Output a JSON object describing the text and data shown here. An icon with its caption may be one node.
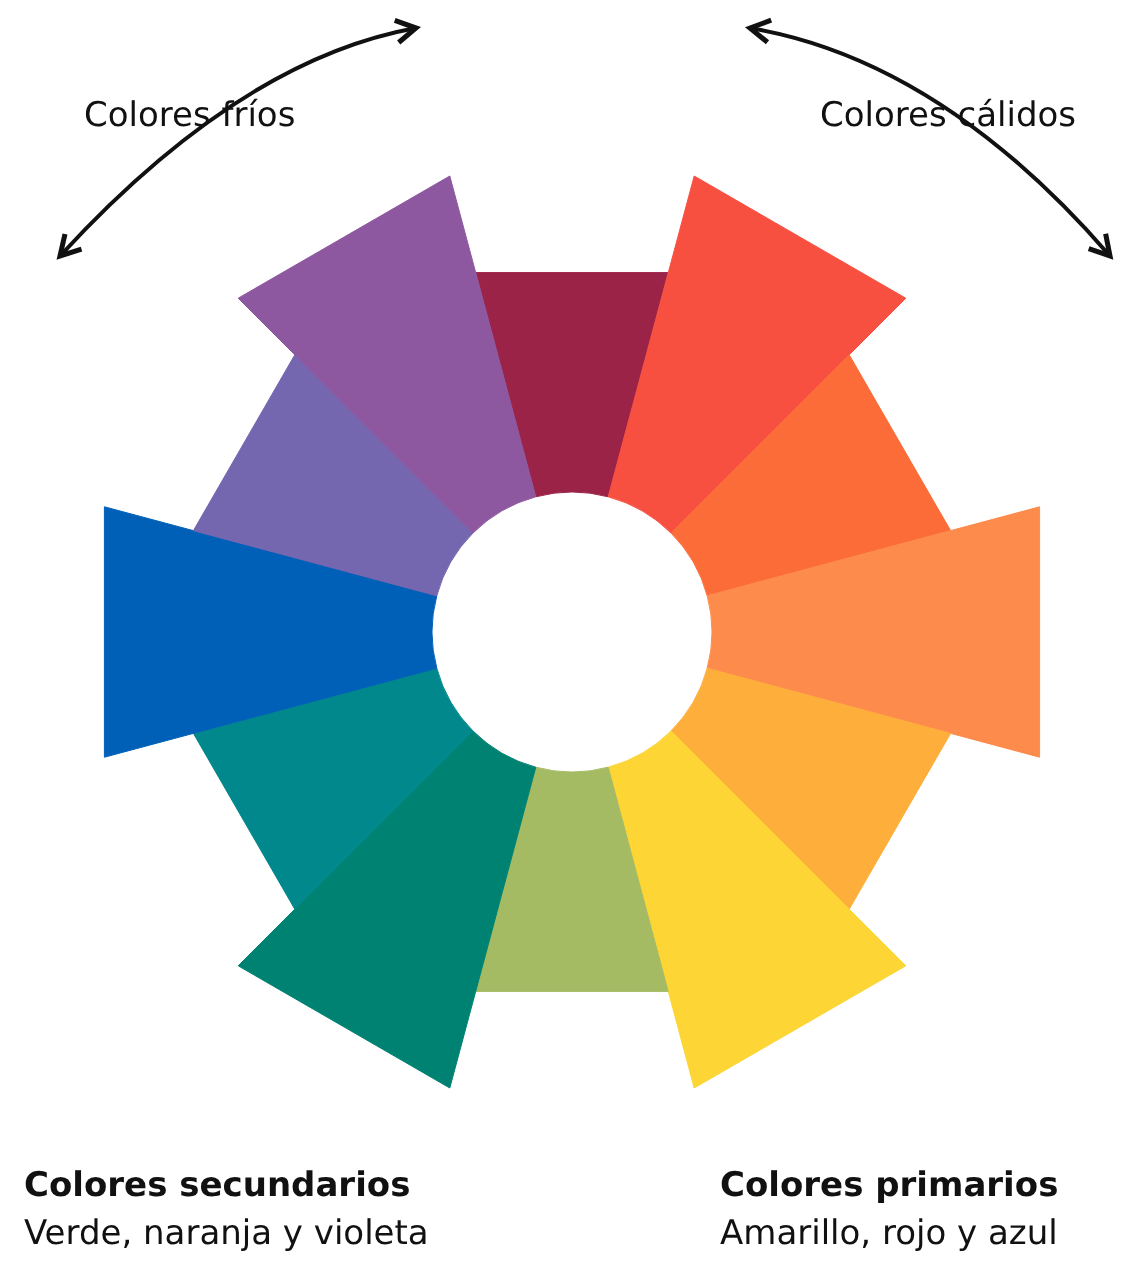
{
  "diagram": {
    "labels": [
      "Colores fríos",
      "Colores cálidos",
      "Colores secundarios",
      "Verde, naranja y violeta",
      "Colores primarios",
      "Amarillo, rojo y azul"
    ]
  }
}
